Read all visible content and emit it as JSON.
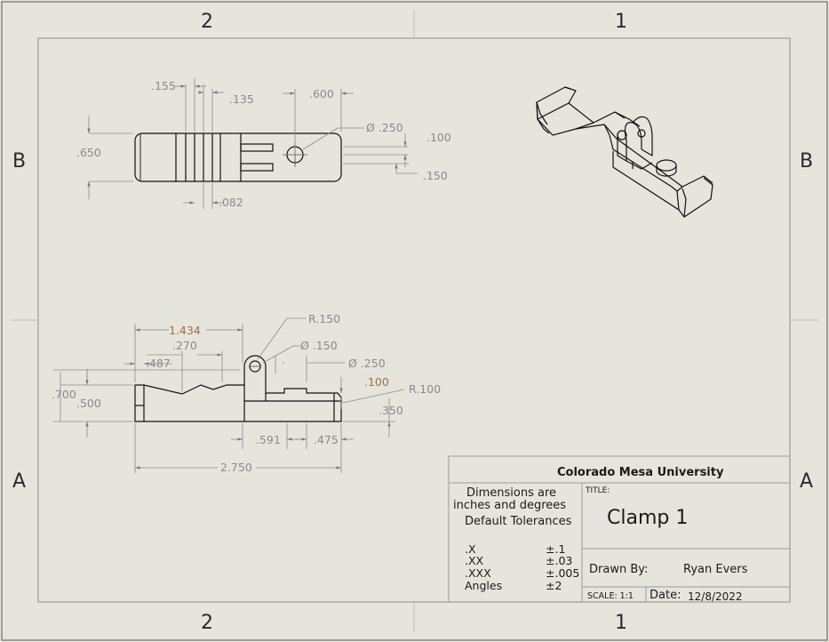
{
  "colors": {
    "paper": "#e6e5dd",
    "border": "#9a9a9a",
    "geometry": "#111111",
    "dimension": "#8a8a8a",
    "highlight": "#a0703a"
  },
  "zones": {
    "top_left": "2",
    "top_right": "1",
    "bottom_left": "2",
    "bottom_right": "1",
    "left_upper": "B",
    "left_lower": "A",
    "right_upper": "B",
    "right_lower": "A"
  },
  "top_view": {
    "dims": {
      "d155": ".155",
      "d135": ".135",
      "d600": ".600",
      "dia250": "Ø .250",
      "d100": ".100",
      "d650": ".650",
      "d150": ".150",
      "d082": ".082"
    }
  },
  "front_view": {
    "dims": {
      "r150": "R.150",
      "d1434": "1.434",
      "d270": ".270",
      "dia150": "Ø .150",
      "d487": ".487",
      "dia250": "Ø .250",
      "d100": ".100",
      "r100": "R.100",
      "d700": ".700",
      "d500": ".500",
      "d350": ".350",
      "d591": ".591",
      "d475": ".475",
      "d2750": "2.750"
    }
  },
  "title_block": {
    "school": "Colorado Mesa University",
    "dims_note_1": "Dimensions are",
    "dims_note_2": "inches and degrees",
    "default_tol": "Default Tolerances",
    "tolerances": [
      {
        "label": ".X",
        "value": "±.1"
      },
      {
        "label": ".XX",
        "value": "±.03"
      },
      {
        "label": ".XXX",
        "value": "±.005"
      },
      {
        "label": "Angles",
        "value": "±2"
      }
    ],
    "title_label": "TITLE:",
    "title": "Clamp 1",
    "drawn_by_label": "Drawn By:",
    "drawn_by": "Ryan Evers",
    "scale": "SCALE: 1:1",
    "date_label": "Date:",
    "date": "12/8/2022"
  }
}
